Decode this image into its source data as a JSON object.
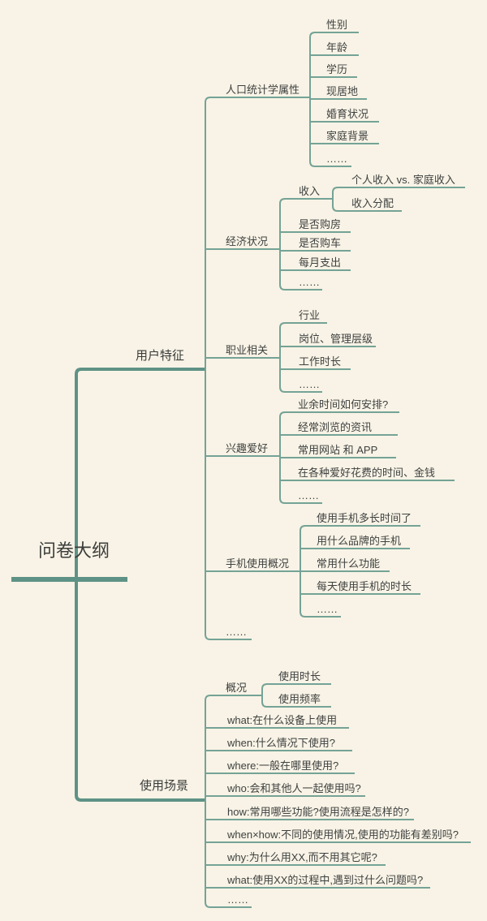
{
  "colors": {
    "background": "#f8f3e6",
    "branch_line": "#74a396",
    "trunk_line": "#5f9286",
    "text": "#3f4140"
  },
  "mindmap": {
    "root": {
      "label": "问卷大纲"
    },
    "user_traits": {
      "label": "用户特征",
      "more_label": "……",
      "demographics": {
        "label": "人口统计学属性",
        "items": [
          "性别",
          "年龄",
          "学历",
          "现居地",
          "婚育状况",
          "家庭背景",
          "……"
        ]
      },
      "economy": {
        "label": "经济状况",
        "income": {
          "label": "收入",
          "items": [
            "个人收入 vs. 家庭收入",
            "收入分配"
          ]
        },
        "items": [
          "是否购房",
          "是否购车",
          "每月支出",
          "……"
        ]
      },
      "occupation": {
        "label": "职业相关",
        "items": [
          "行业",
          "岗位、管理层级",
          "工作时长",
          "……"
        ]
      },
      "hobbies": {
        "label": "兴趣爱好",
        "items": [
          "业余时间如何安排?",
          "经常浏览的资讯",
          "常用网站 和 APP",
          "在各种爱好花费的时间、金钱",
          "……"
        ]
      },
      "phone_usage": {
        "label": "手机使用概况",
        "items": [
          "使用手机多长时间了",
          "用什么品牌的手机",
          "常用什么功能",
          "每天使用手机的时长",
          "……"
        ]
      }
    },
    "usage_scenarios": {
      "label": "使用场景",
      "overview": {
        "label": "概况",
        "items": [
          "使用时长",
          "使用频率"
        ]
      },
      "items": [
        "what:在什么设备上使用",
        "when:什么情况下使用?",
        "where:一般在哪里使用?",
        "who:会和其他人一起使用吗?",
        "how:常用哪些功能?使用流程是怎样的?",
        "when×how:不同的使用情况,使用的功能有差别吗?",
        "why:为什么用XX,而不用其它呢?",
        "what:使用XX的过程中,遇到过什么问题吗?",
        "……"
      ]
    }
  }
}
